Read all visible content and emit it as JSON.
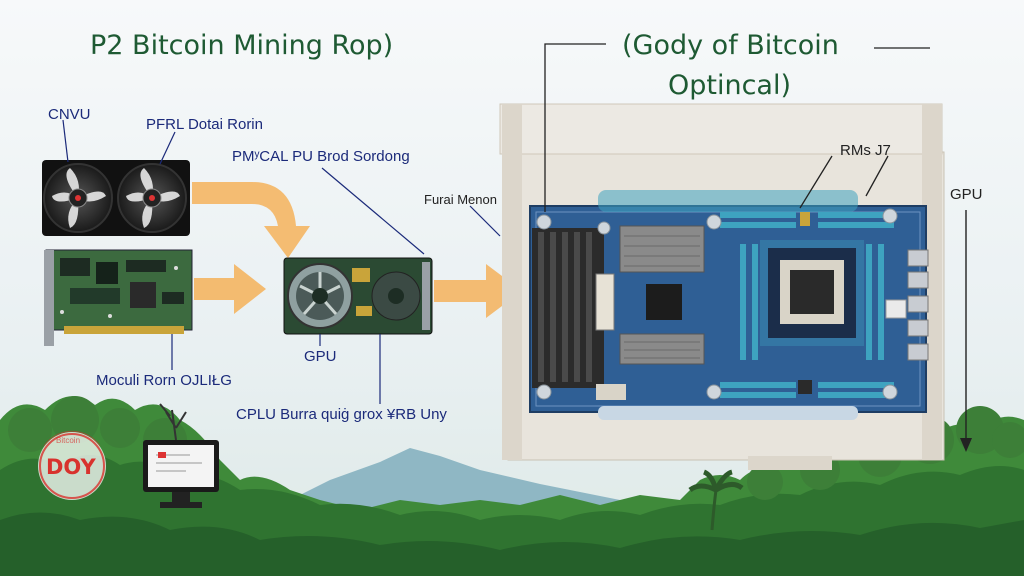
{
  "title_left": "P2 Bitcoin Mining Rop)",
  "title_right_line1": "(Gody of Bitcoin",
  "title_right_line2": "Optincal)",
  "labels": {
    "cnvu": "CNVU",
    "pfrl": "PFRL Dotai Rorin",
    "pmcal": "PMʸCAL PU Brod Sordong",
    "fural": "Furai Menon",
    "rms": "RMs J7",
    "gpu_right": "GPU",
    "gpu_center": "GPU",
    "moculi": "Moculi Rorn OJLIŁG",
    "cplu": "CPLU Burra quiġ grox ¥RB Uny"
  },
  "logo": {
    "text": "DOY",
    "ring_text": "Bitcoin"
  },
  "colors": {
    "title": "#1e5a33",
    "label": "#1b2a7a",
    "arrow": "#f5b25a",
    "pcb": "#2f5f95",
    "slot": "#3ea3c0",
    "logo": "#d8322d"
  }
}
